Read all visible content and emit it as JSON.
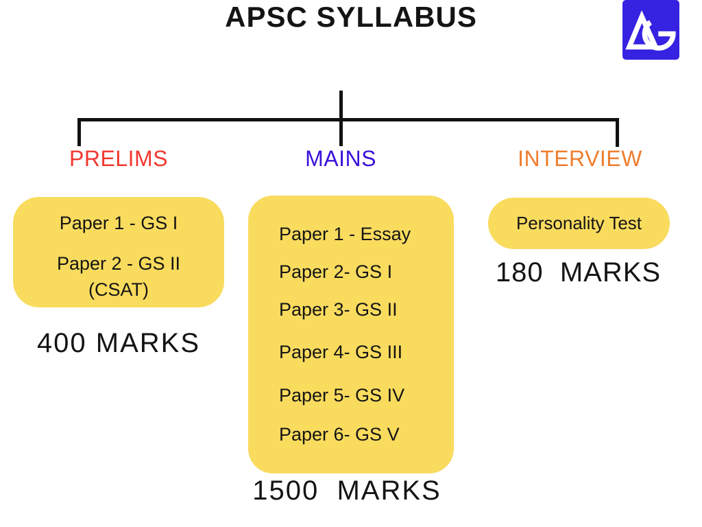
{
  "title": "APSC SYLLABUS",
  "logo": {
    "label": "AG",
    "bg_color": "#3622E1",
    "fg_color": "#FFFFFF"
  },
  "colors": {
    "prelims_label": "#F2372F",
    "mains_label": "#3A10DC",
    "interview_label": "#EE7D2E",
    "box_fill": "#F9DB5E",
    "connector_line": "#111111",
    "text": "#141414",
    "background": "#FFFFFF"
  },
  "branches": {
    "prelims": {
      "label": "PRELIMS",
      "box_lines": [
        "Paper 1 - GS I",
        "Paper 2 - GS II",
        "(CSAT)"
      ],
      "marks": "400 MARKS"
    },
    "mains": {
      "label": "MAINS",
      "box_lines": [
        "Paper 1 - Essay",
        "Paper 2- GS I",
        "Paper 3- GS II",
        "Paper 4- GS III",
        "Paper 5- GS IV",
        "Paper 6- GS V"
      ],
      "marks": "1500  MARKS"
    },
    "interview": {
      "label": "INTERVIEW",
      "box_lines": [
        "Personality Test"
      ],
      "marks": "180  MARKS"
    }
  }
}
